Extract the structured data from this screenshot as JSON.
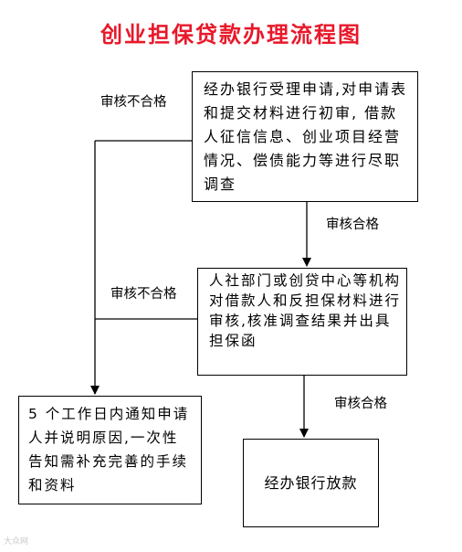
{
  "title": "创业担保贷款办理流程图",
  "steps": {
    "bank_review": "经办银行受理申请,对申请表和提交材料进行初审, 借款人征信信息、创业项目经营情况、偿债能力等进行尽职调查",
    "agency_review": "人社部门或创贷中心等机构对借款人和反担保材料进行审核,核准调查结果并出具担保函",
    "rejection_notice": "5 个工作日内通知申请人并说明原因,一次性告知需补充完善的手续和资料",
    "loan_release": "经办银行放款"
  },
  "labels": {
    "reject_1": "审核不合格",
    "pass_1": "审核合格",
    "reject_2": "审核不合格",
    "pass_2": "审核合格"
  },
  "watermark": "大众网"
}
